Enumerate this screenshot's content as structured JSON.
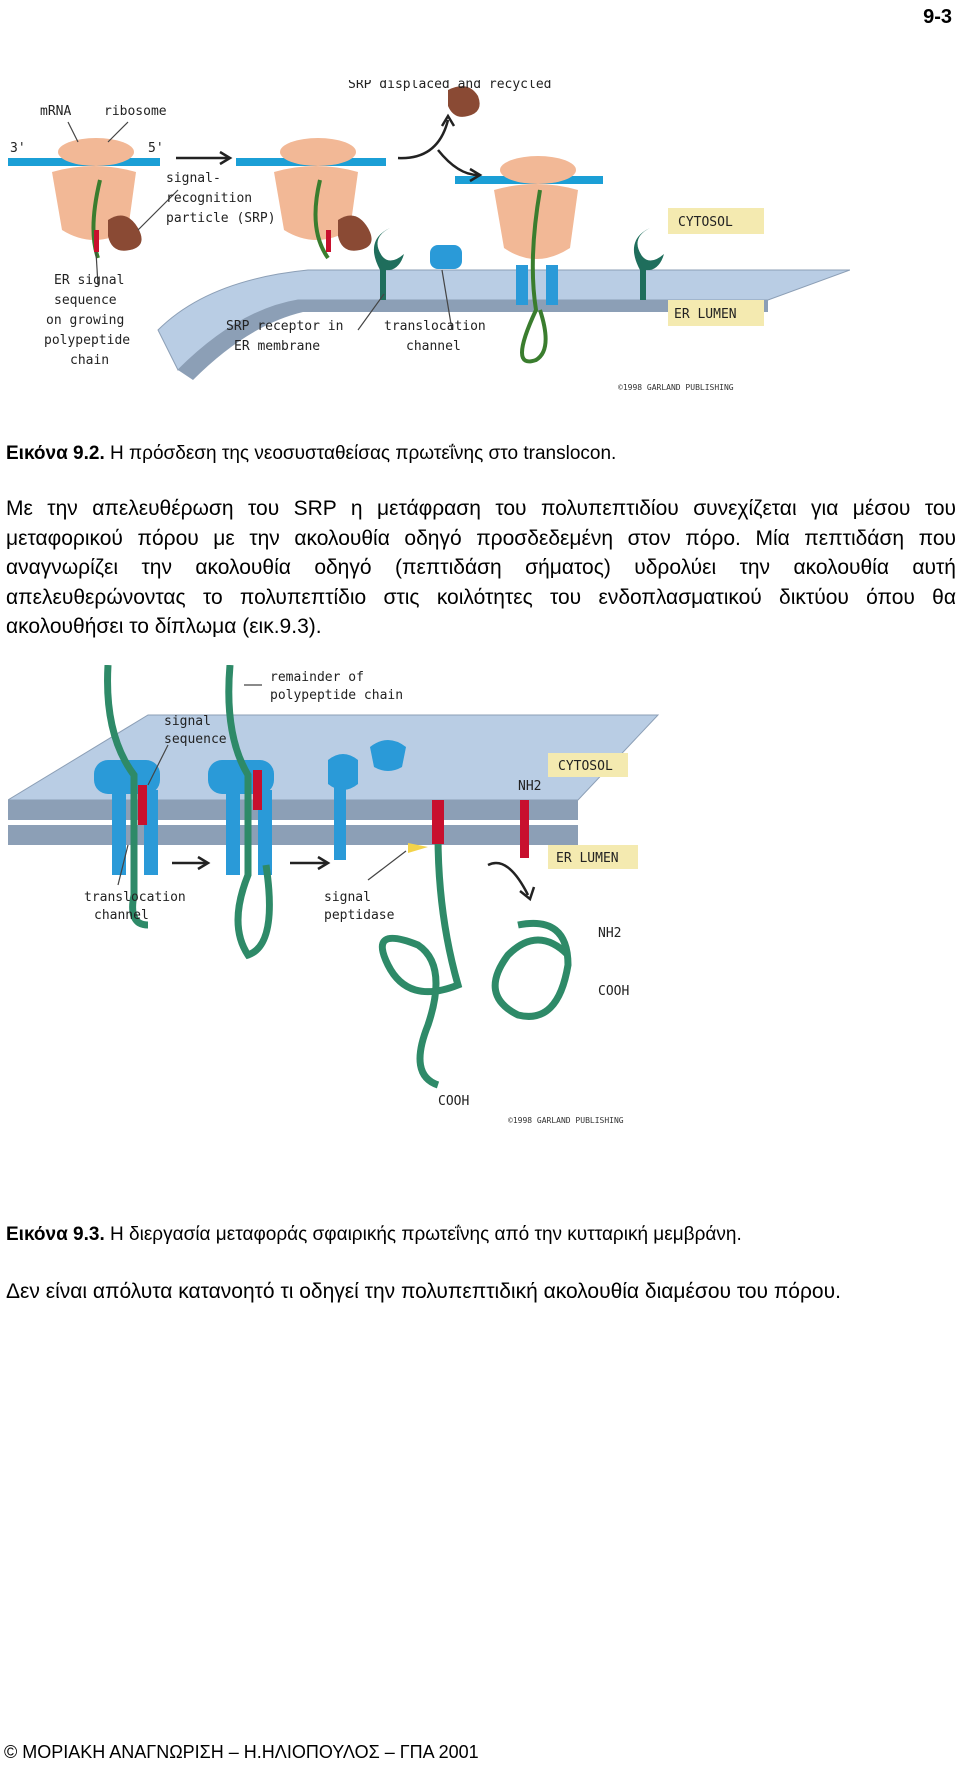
{
  "page": {
    "number": "9-3"
  },
  "figure1": {
    "labels": {
      "srp_displaced": "SRP displaced and recycled",
      "mrna": "mRNA",
      "ribosome": "ribosome",
      "three_prime": "3'",
      "five_prime": "5'",
      "srp_l1": "signal-",
      "srp_l2": "recognition",
      "srp_l3": "particle (SRP)",
      "cytosol": "CYTOSOL",
      "er_lumen": "ER LUMEN",
      "er_sig_l1": "ER signal",
      "er_sig_l2": "sequence",
      "er_sig_l3": "on growing",
      "er_sig_l4": "polypeptide",
      "er_sig_l5": "chain",
      "receptor_l1": "SRP receptor in",
      "receptor_l2": "ER membrane",
      "channel_l1": "translocation",
      "channel_l2": "channel",
      "copyright": "©1998 GARLAND PUBLISHING"
    },
    "caption_label": "Εικόνα 9.2.",
    "caption_text": " Η πρόσδεση της νεοσυσταθείσας πρωτεΐνης στο translocon."
  },
  "paragraph1": "Με την απελευθέρωση του SRP η μετάφραση του πολυπεπτιδίου συνεχίζεται για μέσου του μεταφορικού πόρου με την ακολουθία οδηγό προσδεδεμένη στον πόρο. Μία πεπτιδάση που αναγνωρίζει την ακολουθία οδηγό (πεπτιδάση σήματος) υδρολύει την ακολουθία αυτή απελευθερώνοντας το πολυπεπτίδιο στις κοιλότητες του ενδοπλασματικού δικτύου όπου θα ακολουθήσει το δίπλωμα (εικ.9.3).",
  "figure2": {
    "labels": {
      "remainder_l1": "remainder of",
      "remainder_l2": "polypeptide chain",
      "signal_l1": "signal",
      "signal_l2": "sequence",
      "cytosol": "CYTOSOL",
      "er_lumen": "ER LUMEN",
      "nh2_a": "NH2",
      "nh2_b": "NH2",
      "cooh_a": "COOH",
      "cooh_b": "COOH",
      "channel_l1": "translocation",
      "channel_l2": "channel",
      "peptidase_l1": "signal",
      "peptidase_l2": "peptidase",
      "copyright": "©1998 GARLAND PUBLISHING"
    },
    "caption_label": "Εικόνα 9.3.",
    "caption_text": " Η διεργασία μεταφοράς σφαιρικής πρωτεΐνης από την κυτταρική μεμβράνη."
  },
  "paragraph2": "Δεν είναι απόλυτα κατανοητό τι οδηγεί την πολυπεπτιδική ακολουθία διαμέσου του πόρου.",
  "footer": "© ΜΟΡΙΑΚΗ ΑΝΑΓΝΩΡΙΣΗ – Η.ΗΛΙΟΠΟΥΛΟΣ – ΓΠΑ 2001",
  "colors": {
    "membrane": "#b9cde4",
    "membrane_edge": "#8c9fb6",
    "ribosome": "#f2b896",
    "mrna": "#1b9fd6",
    "srp": "#8a4a34",
    "receptor": "#1f6e5c",
    "channel": "#2a9ad8",
    "chain": "#2e8a68",
    "signal": "#c8102e",
    "label_box": "#f4eab0"
  }
}
